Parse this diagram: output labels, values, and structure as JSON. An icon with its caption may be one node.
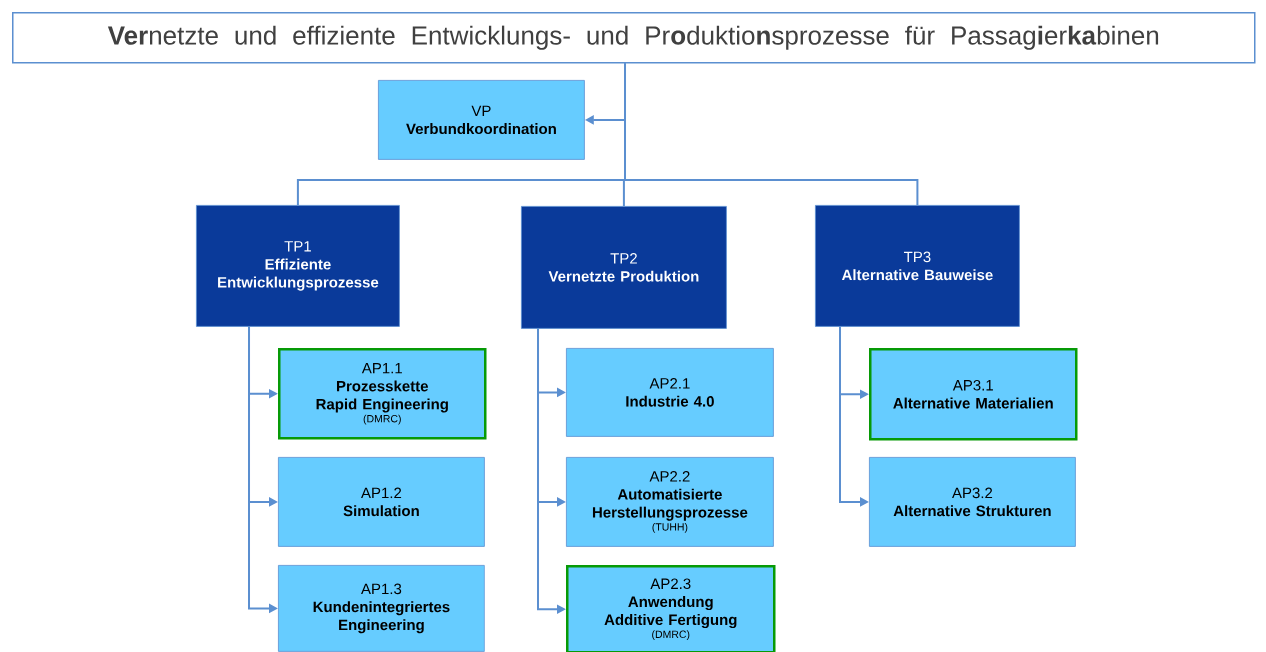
{
  "diagram": {
    "nodes": [
      {
        "text": [
          "**Ver**netzte und effiziente Entwicklungs- und Pr**o**duktio**n**sprozesse für Passag**i**er**ka**binen"
        ]
      },
      {
        "text": [
          "VP",
          "Verbundkoordination"
        ]
      },
      {
        "text": [
          "TP1",
          "Effiziente Entwicklungsprozesse"
        ]
      },
      {
        "text": [
          "TP2",
          "Vernetzte Produktion"
        ]
      },
      {
        "text": [
          "TP3",
          "Alternative Bauweise"
        ]
      },
      {
        "text": [
          "AP1.1",
          "Prozesskette Rapid Engineering",
          "(DMRC)"
        ]
      },
      {
        "text": [
          "AP1.2",
          "Simulation"
        ]
      },
      {
        "text": [
          "AP1.3",
          "Kundenintegriertes Engineering"
        ]
      },
      {
        "text": [
          "AP2.1",
          "Industrie 4.0"
        ]
      },
      {
        "text": [
          "AP2.2",
          "Automatisierte Herstellungsprozesse",
          "(TUHH)"
        ]
      },
      {
        "text": [
          "AP2.3",
          "Anwendung Additive Fertigung",
          "(DMRC)"
        ]
      },
      {
        "text": [
          "AP3.1",
          "Alternative Materialien"
        ]
      },
      {
        "text": [
          "AP3.2",
          "Alternative Strukturen"
        ]
      }
    ],
    "edges": [
      {
        "from": 0,
        "to": 1,
        "arrow": "to"
      },
      {
        "from": 0,
        "to": 2,
        "arrow": "none"
      },
      {
        "from": 0,
        "to": 3,
        "arrow": "none"
      },
      {
        "from": 0,
        "to": 4,
        "arrow": "none"
      },
      {
        "from": 2,
        "to": 5,
        "arrow": "to"
      },
      {
        "from": 2,
        "to": 6,
        "arrow": "to"
      },
      {
        "from": 2,
        "to": 7,
        "arrow": "to"
      },
      {
        "from": 3,
        "to": 8,
        "arrow": "to"
      },
      {
        "from": 3,
        "to": 9,
        "arrow": "to"
      },
      {
        "from": 3,
        "to": 10,
        "arrow": "to"
      },
      {
        "from": 4,
        "to": 11,
        "arrow": "to"
      },
      {
        "from": 4,
        "to": 12,
        "arrow": "to"
      }
    ]
  }
}
